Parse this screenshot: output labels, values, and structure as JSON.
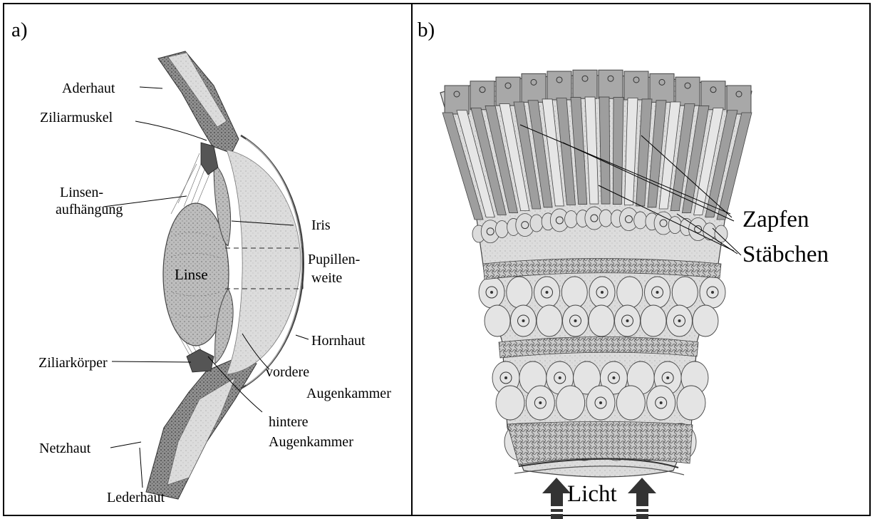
{
  "panels": {
    "a": {
      "letter": "a)",
      "labels": {
        "aderhaut": "Aderhaut",
        "ziliarmuskel": "Ziliarmuskel",
        "linsen1": "Linsen-",
        "linsen2": "aufhängung",
        "iris": "Iris",
        "pupille1": "Pupillen-",
        "pupille2": "weite",
        "linse": "Linse",
        "hornhaut": "Hornhaut",
        "ziliarkoerper": "Ziliarkörper",
        "vordere1": "vordere",
        "vordere2": "Augenkammer",
        "hintere1": "hintere",
        "hintere2": "Augenkammer",
        "netzhaut": "Netzhaut",
        "lederhaut": "Lederhaut"
      }
    },
    "b": {
      "letter": "b)",
      "labels": {
        "zapfen": "Zapfen",
        "staebchen": "Stäbchen",
        "licht": "Licht"
      }
    }
  }
}
